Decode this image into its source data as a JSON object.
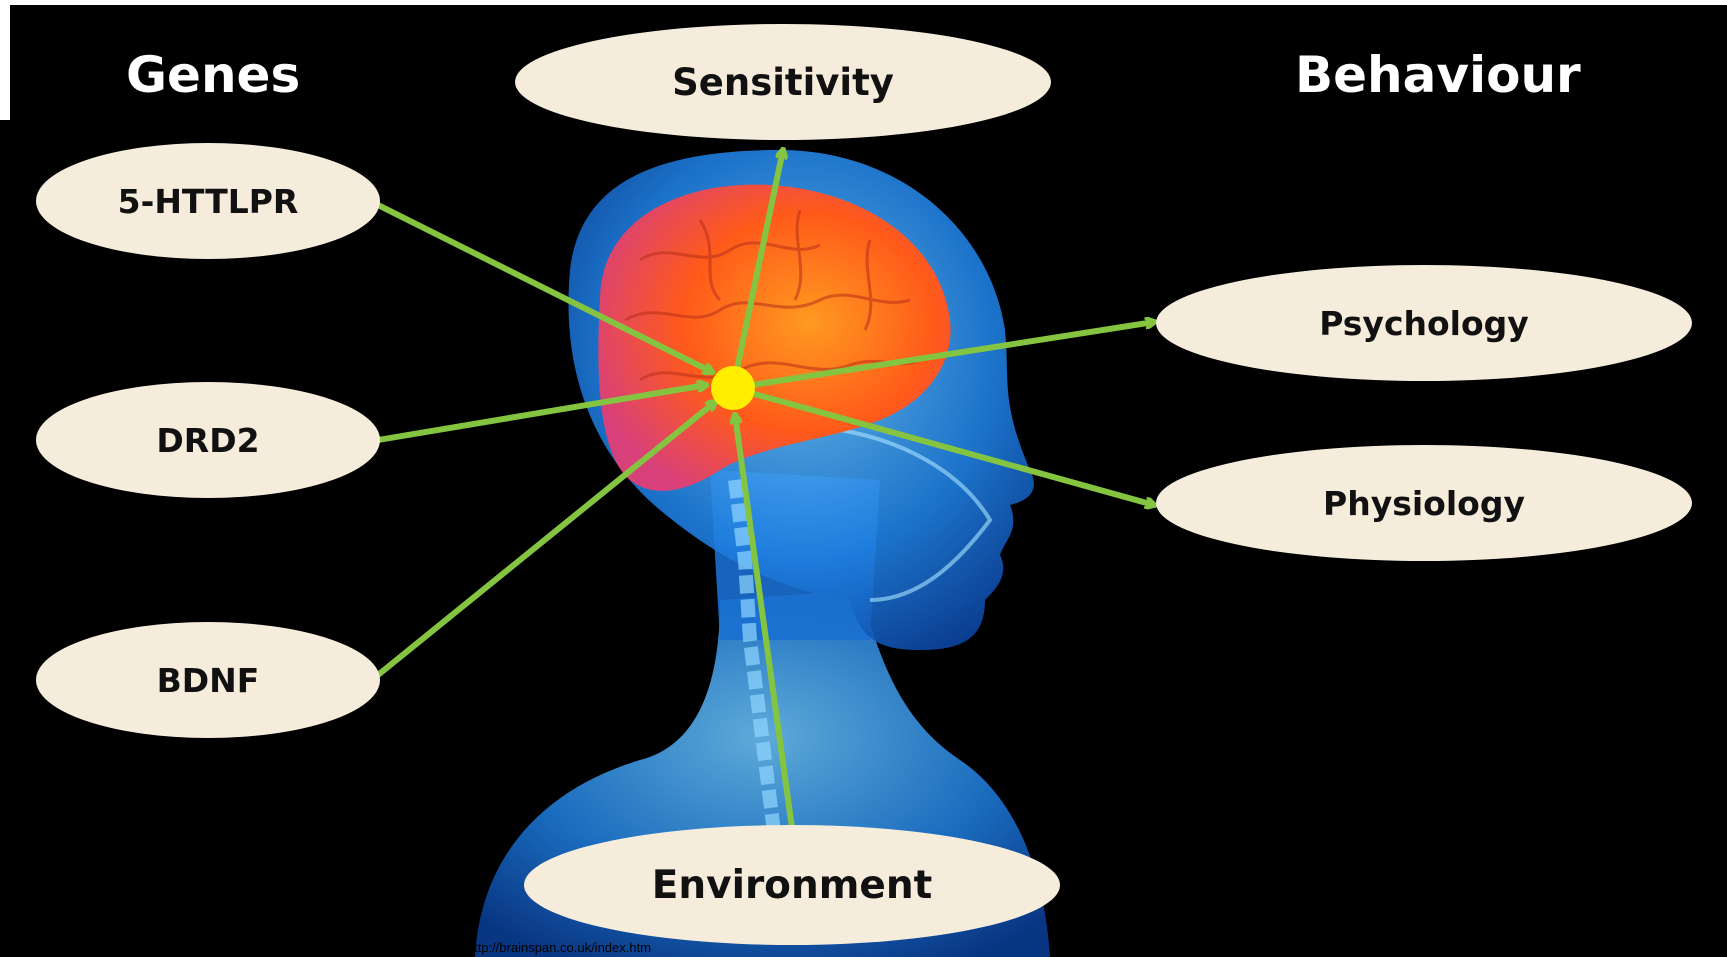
{
  "headings": {
    "genes": "Genes",
    "behaviour": "Behaviour"
  },
  "nodes": {
    "sensitivity": "Sensitivity",
    "httlpr": "5-HTTLPR",
    "drd2": "DRD2",
    "bdnf": "BDNF",
    "psychology": "Psychology",
    "physiology": "Physiology",
    "environment": "Environment"
  },
  "credit": "ttp://brainspan.co.uk/index.htm",
  "colors": {
    "background": "#000000",
    "node_fill": "#f5ecdc",
    "arrow": "#84c441",
    "hub": "#ffee00",
    "figure": "#2f8fe6"
  }
}
